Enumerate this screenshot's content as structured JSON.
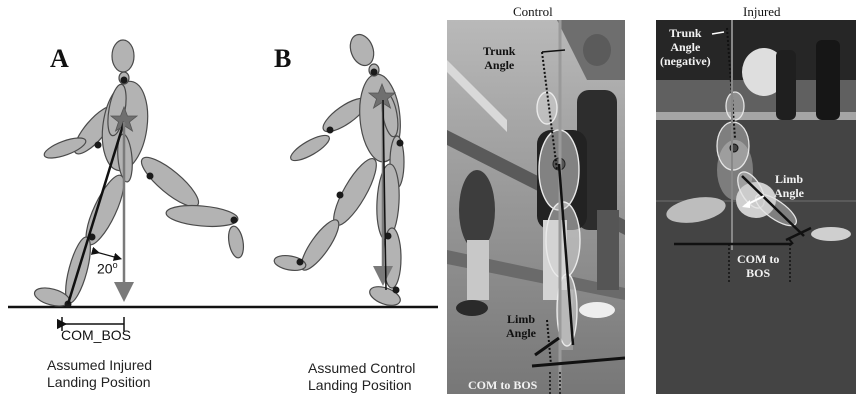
{
  "diagram": {
    "panel_a": {
      "label": "A",
      "angle_label": "20",
      "angle_unit": "o",
      "distance_label": "COM_BOS",
      "caption_line1": "Assumed Injured",
      "caption_line2": "Landing Position"
    },
    "panel_b": {
      "label": "B",
      "caption_line1": "Assumed Control",
      "caption_line2": "Landing Position"
    }
  },
  "photos": {
    "control": {
      "title": "Control",
      "trunk_angle_line1": "Trunk",
      "trunk_angle_line2": "Angle",
      "limb_angle_line1": "Limb",
      "limb_angle_line2": "Angle",
      "com_bos": "COM to BOS"
    },
    "injured": {
      "title": "Injured",
      "trunk_angle_line1": "Trunk",
      "trunk_angle_line2": "Angle",
      "trunk_angle_line3": "(negative)",
      "limb_angle_line1": "Limb",
      "limb_angle_line2": "Angle",
      "com_bos_line1": "COM to",
      "com_bos_line2": "BOS"
    }
  },
  "colors": {
    "segment_fill": "#b3b3b3",
    "segment_stroke": "#4a4a4a",
    "star": "#6f6f6f",
    "com_arrow": "#7a7a7a"
  }
}
